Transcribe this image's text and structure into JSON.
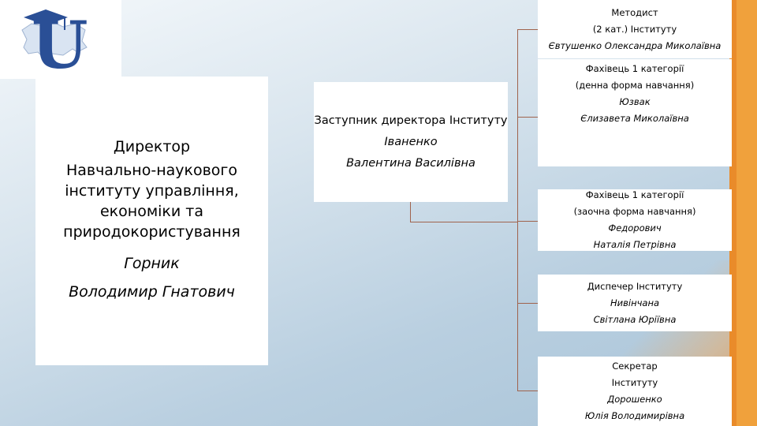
{
  "logo": {
    "letter": "U",
    "icon": "university-emblem"
  },
  "director": {
    "title": "Директор",
    "institute_lines": [
      "Навчально-наукового",
      "інституту управління,",
      "економіки та",
      "природокористування"
    ],
    "name_line1": "Горник",
    "name_line2": "Володимир Гнатович"
  },
  "deputy": {
    "title": "Заступник директора Інституту",
    "surname": "Іваненко",
    "name": "Валентина Василівна"
  },
  "staff": [
    {
      "lines": [
        "Методист",
        "(2 кат.) Інституту"
      ],
      "name_lines": [
        "Євтушенко Олександра Миколаївна"
      ]
    },
    {
      "lines": [
        "Фахівець 1 категорії",
        "(денна форма навчання)"
      ],
      "name_lines": [
        "Юзвак",
        "Єлизавета Миколаївна"
      ]
    },
    {
      "lines": [
        "Фахівець 1 категорії",
        "(заочна форма навчання)"
      ],
      "name_lines": [
        "Федорович",
        "Наталія Петрівна"
      ]
    },
    {
      "lines": [
        "Диспечер Інституту"
      ],
      "name_lines": [
        "Нивінчана",
        "Світлана Юріївна"
      ]
    },
    {
      "lines": [
        "Секретар",
        "Інституту"
      ],
      "name_lines": [
        "Дорошенко",
        "Юлія Володимирівна"
      ]
    }
  ],
  "colors": {
    "connector": "#a0634d",
    "accent": "#e98b2a",
    "logo_blue": "#2a4f96"
  }
}
